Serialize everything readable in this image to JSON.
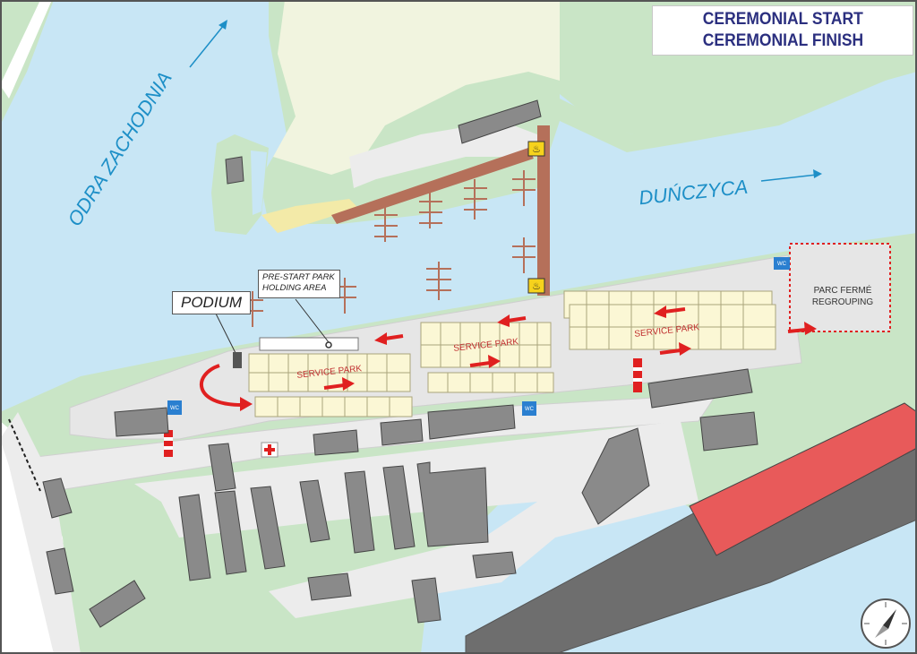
{
  "title": {
    "line1": "CEREMONIAL START",
    "line2": "CEREMONIAL FINISH"
  },
  "water": {
    "west": "ODRA ZACHODNIA",
    "east": "DUŃCZYCA"
  },
  "callouts": {
    "podium": "PODIUM",
    "prestart": {
      "line1": "PRE-START PARK",
      "line2": "HOLDING AREA"
    }
  },
  "areas": {
    "service_park": [
      "SERVICE PARK",
      "SERVICE PARK",
      "SERVICE PARK"
    ],
    "parc_ferme": {
      "line1": "PARC FERMÉ",
      "line2": "REGROUPING"
    }
  },
  "facilities": {
    "wc": "WC"
  },
  "colors": {
    "water": "#c8e6f5",
    "land": "#c9e5c6",
    "road": "#ececec",
    "accent_red": "#e02020",
    "title_text": "#2b2f7f",
    "water_label": "#1d8fc7",
    "building": "#7a7a7a",
    "pier": "#b5705a",
    "grid_cell": "#fbf7d5"
  },
  "icons": [
    "compass-icon",
    "water-tap-icon",
    "first-aid-icon",
    "wc-icon",
    "direction-arrow-icon"
  ]
}
